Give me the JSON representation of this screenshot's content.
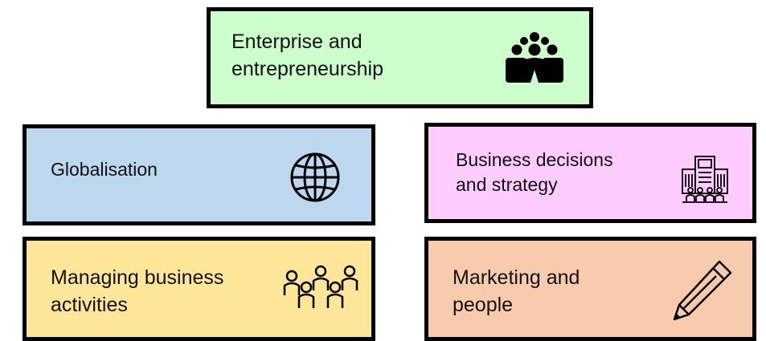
{
  "boxes": {
    "enterprise": {
      "lines": [
        "Enterprise and",
        "entrepreneurship"
      ],
      "icon": "group-of-people-icon",
      "fill": "#ccffcc"
    },
    "globalisation": {
      "lines": [
        "Globalisation"
      ],
      "icon": "globe-icon",
      "fill": "#bdd7ee"
    },
    "business": {
      "lines": [
        "Business decisions",
        "and strategy"
      ],
      "icon": "office-building-with-people-icon",
      "fill": "#ffccff"
    },
    "managing": {
      "lines": [
        "Managing business",
        "activities"
      ],
      "icon": "team-people-icon",
      "fill": "#ffe699"
    },
    "marketing": {
      "lines": [
        "Marketing and",
        "people"
      ],
      "icon": "pencil-icon",
      "fill": "#f8cbad"
    }
  }
}
